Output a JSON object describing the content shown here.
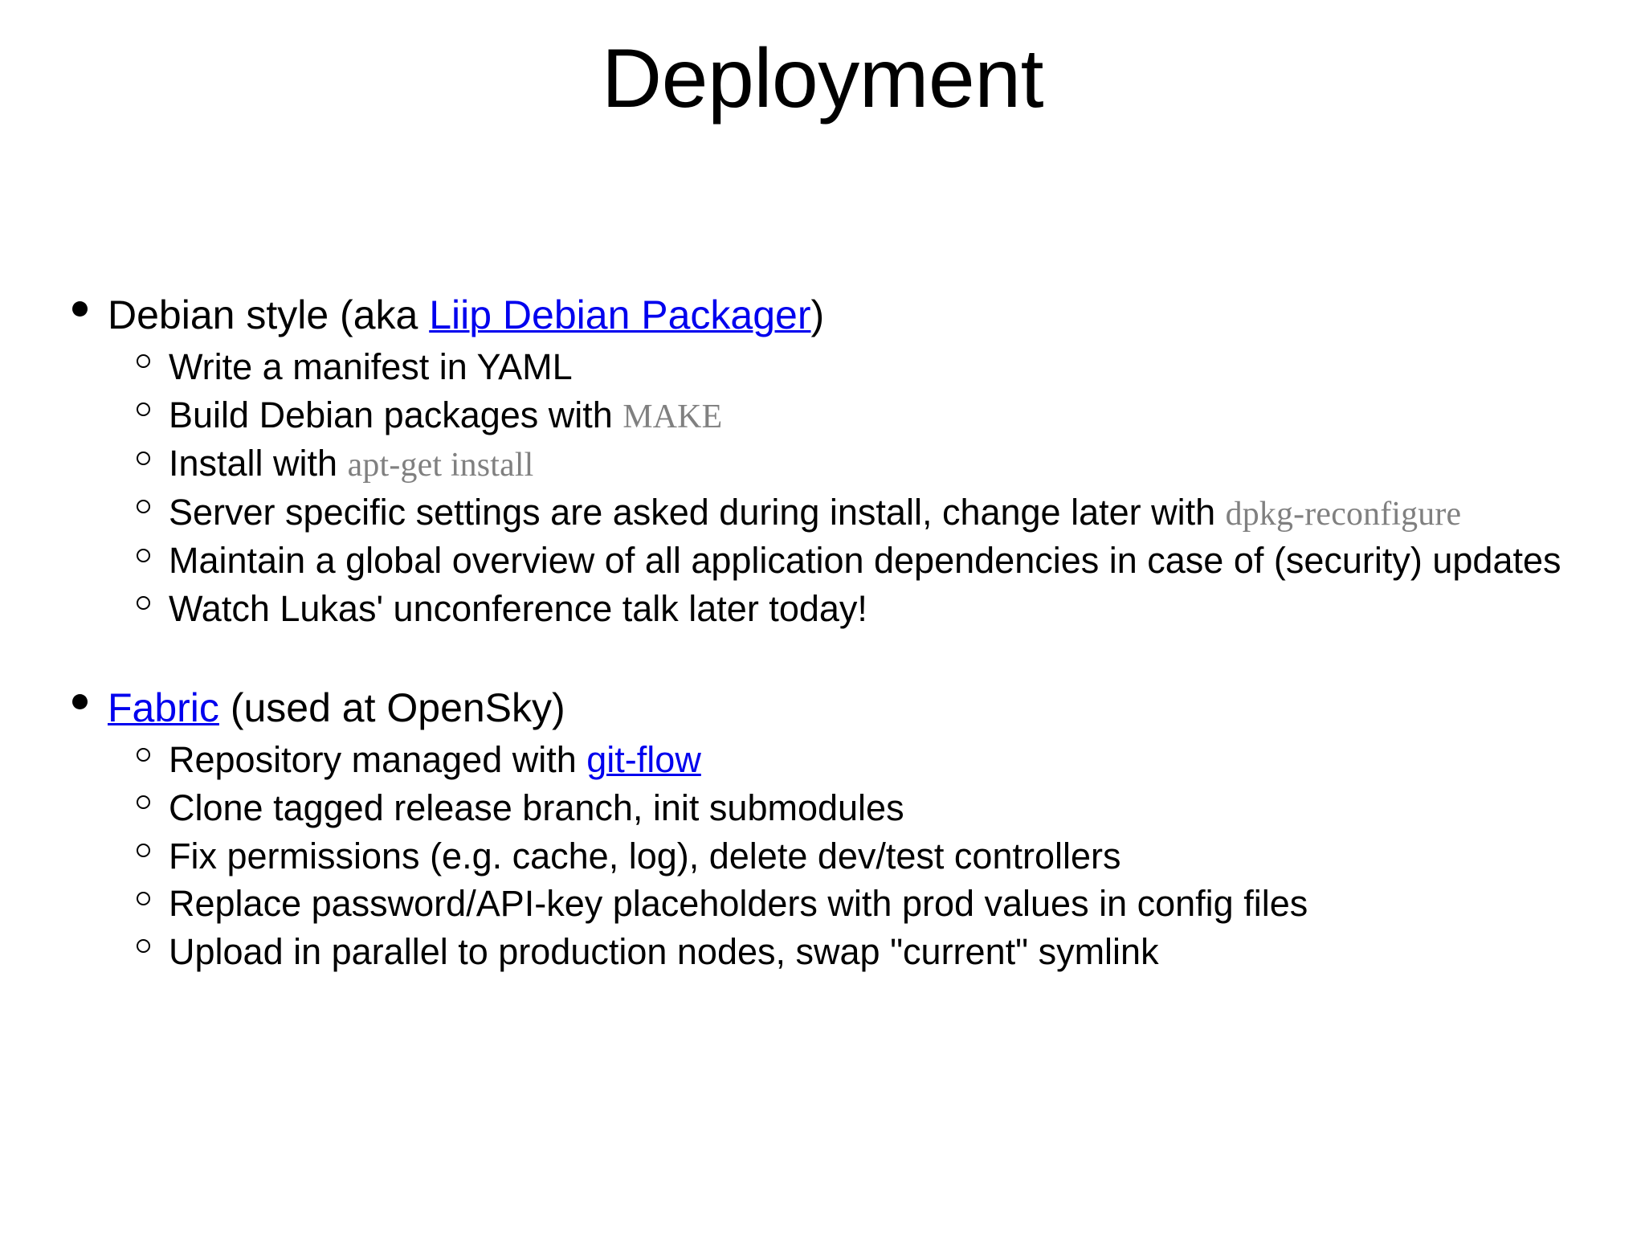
{
  "slide": {
    "title": "Deployment",
    "background_color": "#ffffff",
    "text_color": "#000000",
    "link_color": "#0000ee",
    "code_color": "#808080",
    "bullet_marker_level1": "●",
    "bullet_marker_level2": "○"
  },
  "sections": [
    {
      "heading": {
        "runs": [
          {
            "type": "text",
            "text": "Debian style (aka "
          },
          {
            "type": "link",
            "text": "Liip Debian Packager"
          },
          {
            "type": "text",
            "text": ")"
          }
        ]
      },
      "items": [
        {
          "runs": [
            {
              "type": "text",
              "text": "Write a manifest in YAML"
            }
          ]
        },
        {
          "runs": [
            {
              "type": "text",
              "text": "Build Debian packages with "
            },
            {
              "type": "code",
              "text": "MAKE"
            }
          ]
        },
        {
          "runs": [
            {
              "type": "text",
              "text": "Install with "
            },
            {
              "type": "code",
              "text": "apt-get install"
            }
          ]
        },
        {
          "runs": [
            {
              "type": "text",
              "text": "Server specific settings are asked during install, change later with "
            },
            {
              "type": "code",
              "text": "dpkg-reconfigure"
            }
          ]
        },
        {
          "runs": [
            {
              "type": "text",
              "text": "Maintain a global overview of all application dependencies in case of (security) updates"
            }
          ]
        },
        {
          "runs": [
            {
              "type": "text",
              "text": "Watch Lukas' unconference talk later today!"
            }
          ]
        }
      ]
    },
    {
      "heading": {
        "runs": [
          {
            "type": "link",
            "text": "Fabric"
          },
          {
            "type": "text",
            "text": " (used at OpenSky)"
          }
        ]
      },
      "items": [
        {
          "runs": [
            {
              "type": "text",
              "text": "Repository managed with "
            },
            {
              "type": "link",
              "text": "git-flow"
            }
          ]
        },
        {
          "runs": [
            {
              "type": "text",
              "text": "Clone tagged release branch, init submodules"
            }
          ]
        },
        {
          "runs": [
            {
              "type": "text",
              "text": "Fix permissions (e.g. cache, log), delete dev/test controllers"
            }
          ]
        },
        {
          "runs": [
            {
              "type": "text",
              "text": "Replace password/API-key placeholders with prod values in config files"
            }
          ]
        },
        {
          "runs": [
            {
              "type": "text",
              "text": "Upload in parallel to production nodes, swap \"current\" symlink"
            }
          ]
        }
      ]
    }
  ]
}
